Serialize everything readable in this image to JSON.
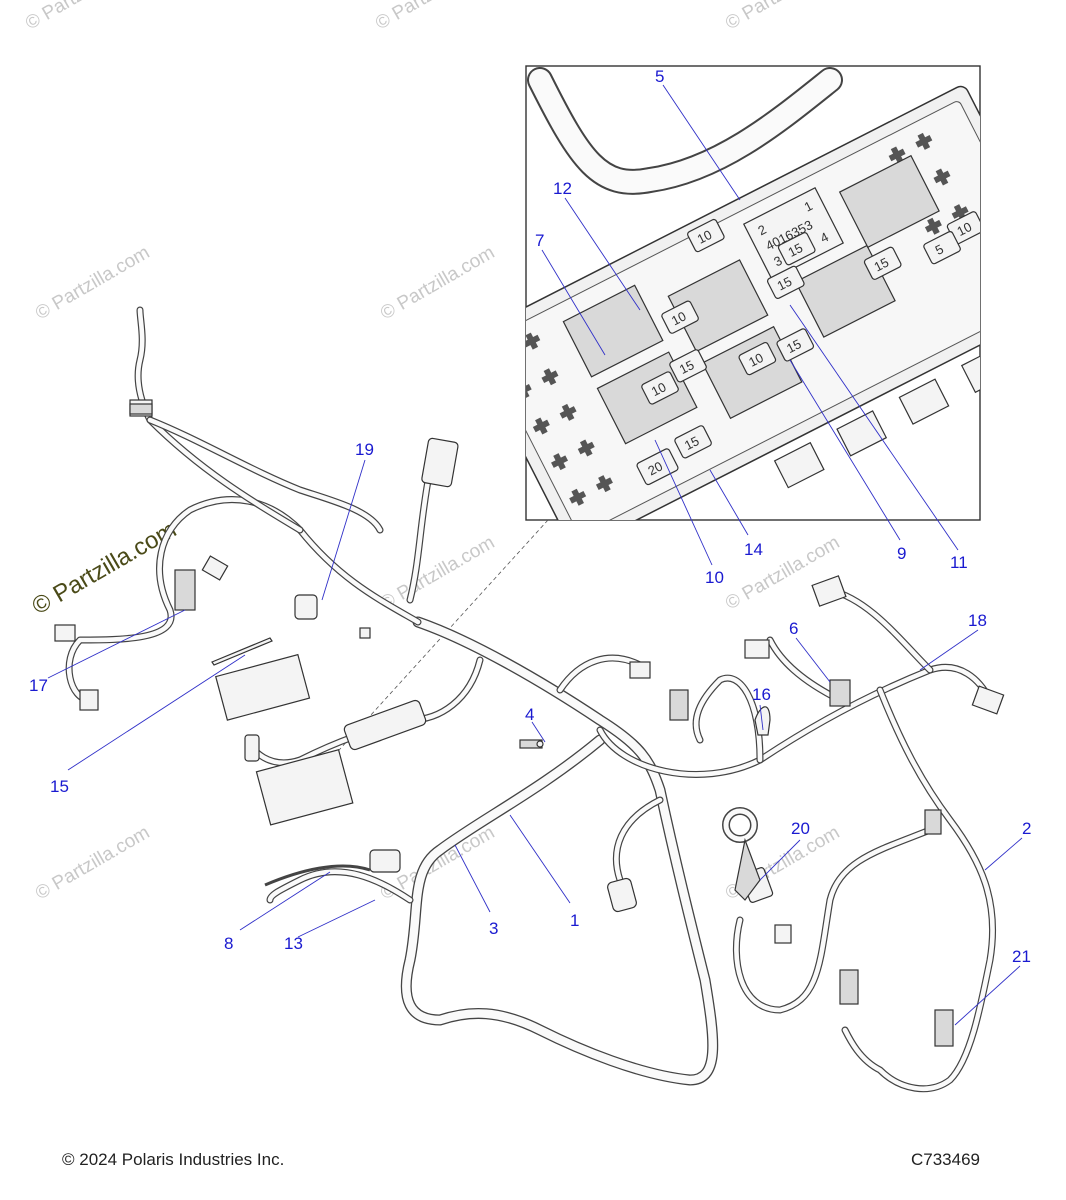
{
  "callouts": [
    "1",
    "2",
    "3",
    "4",
    "5",
    "6",
    "7",
    "8",
    "9",
    "10",
    "11",
    "12",
    "13",
    "14",
    "15",
    "16",
    "17",
    "18",
    "19",
    "20",
    "21"
  ],
  "inset_text": {
    "relay_code": "4016353",
    "relay_pins": [
      "2",
      "1",
      "3",
      "4"
    ],
    "fuse_ratings": [
      "15",
      "10",
      "10",
      "5",
      "10",
      "15",
      "15",
      "10",
      "15",
      "10",
      "15",
      "20",
      "15"
    ]
  },
  "watermark": "© Partzilla.com",
  "footer": {
    "copyright": "© 2024 Polaris Industries Inc.",
    "diagram_id": "C733469"
  },
  "colors": {
    "callout": "#1a1ad0",
    "line_art": "#444444",
    "watermark": "#c8c8c8"
  }
}
